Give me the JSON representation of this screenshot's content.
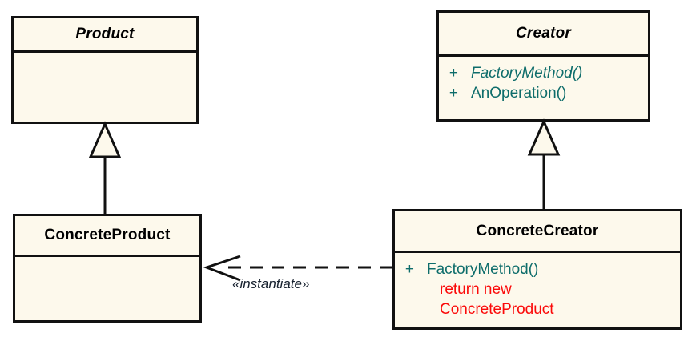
{
  "diagram": {
    "type": "uml-class-diagram",
    "pattern": "Factory Method",
    "background": "#ffffff",
    "class_fill": "#fdf9ec",
    "line_color": "#111111",
    "member_color": "#0e6d6b",
    "note_color": "#fb0a0a",
    "label_color": "#16202e"
  },
  "classes": {
    "product": {
      "name": "Product",
      "stereotype": "abstract",
      "members": []
    },
    "creator": {
      "name": "Creator",
      "stereotype": "abstract",
      "members": [
        {
          "visibility": "+",
          "signature": "FactoryMethod()",
          "abstract": true
        },
        {
          "visibility": "+",
          "signature": "AnOperation()",
          "abstract": false
        }
      ]
    },
    "concrete_product": {
      "name": "ConcreteProduct",
      "stereotype": "concrete",
      "members": []
    },
    "concrete_creator": {
      "name": "ConcreteCreator",
      "stereotype": "concrete",
      "members": [
        {
          "visibility": "+",
          "signature": "FactoryMethod()",
          "abstract": false
        }
      ],
      "note_lines": [
        "return new",
        "ConcreteProduct"
      ]
    }
  },
  "relations": {
    "product_generalization": {
      "kind": "generalization",
      "from": "ConcreteProduct",
      "to": "Product",
      "arrowhead": "hollow-triangle"
    },
    "creator_generalization": {
      "kind": "generalization",
      "from": "ConcreteCreator",
      "to": "Creator",
      "arrowhead": "hollow-triangle"
    },
    "instantiate_dependency": {
      "kind": "dependency",
      "from": "ConcreteCreator",
      "to": "ConcreteProduct",
      "label": "«instantiate»",
      "line_style": "dashed",
      "arrowhead": "open"
    }
  }
}
